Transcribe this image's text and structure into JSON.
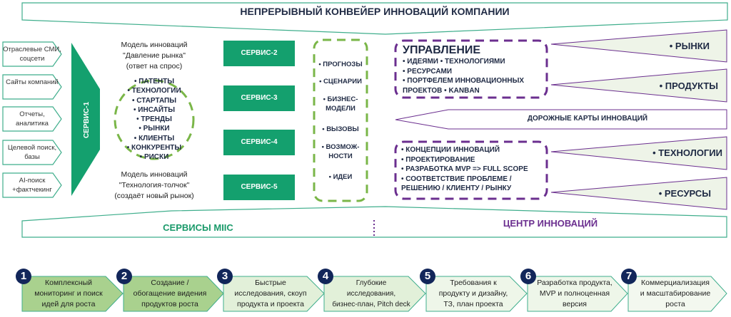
{
  "header": {
    "title": "НЕПРЕРЫВНЫЙ КОНВЕЙЕР ИННОВАЦИЙ КОМПАНИИ"
  },
  "sources": [
    {
      "label": "Отраслевые СМИ, соцсети"
    },
    {
      "label": "Сайты компаний"
    },
    {
      "label": "Отчеты, аналитика"
    },
    {
      "label": "Целевой поиск, базы"
    },
    {
      "label": "AI-поиск +фактчекинг"
    }
  ],
  "service1": {
    "label": "СЕРВИС-1"
  },
  "model_top": {
    "line1": "Модель инноваций",
    "line2": "\"Давление рынка\"",
    "line3": "(ответ на спрос)"
  },
  "model_bottom": {
    "line1": "Модель инноваций",
    "line2": "\"Технология-толчок\"",
    "line3": "(создаёт новый рынок)"
  },
  "circle_items": [
    "• ПАТЕНТЫ",
    "• ТЕХНОЛОГИИ",
    "• СТАРТАПЫ",
    "• ИНСАЙТЫ",
    "• ТРЕНДЫ",
    "• РЫНКИ",
    "• КЛИЕНТЫ",
    "• КОНКУРЕНТЫ",
    "• РИСКИ"
  ],
  "services": [
    {
      "label": "СЕРВИС-2"
    },
    {
      "label": "СЕРВИС-3"
    },
    {
      "label": "СЕРВИС-4"
    },
    {
      "label": "СЕРВИС-5"
    }
  ],
  "mid_items": [
    {
      "line1": "• ПРОГНОЗЫ",
      "line2": ""
    },
    {
      "line1": "• СЦЕНАРИИ",
      "line2": ""
    },
    {
      "line1": "• БИЗНЕС-",
      "line2": "МОДЕЛИ"
    },
    {
      "line1": "• ВЫЗОВЫ",
      "line2": ""
    },
    {
      "line1": "• ВОЗМОЖ-",
      "line2": "НОСТИ"
    },
    {
      "line1": "• ИДЕИ",
      "line2": ""
    }
  ],
  "management": {
    "title": "УПРАВЛЕНИЕ",
    "items": [
      "• ИДЕЯМИ  • ТЕХНОЛОГИЯМИ",
      "• РЕСУРСАМИ",
      "• ПОРТФЕЛЕМ ИННОВАЦИОННЫХ",
      "ПРОЕКТОВ  • KANBAN"
    ]
  },
  "roadmap": {
    "label": "ДОРОЖНЫЕ КАРТЫ ИННОВАЦИЙ"
  },
  "development": {
    "items": [
      "• КОНЦЕПЦИИ ИННОВАЦИЙ",
      "• ПРОЕКТИРОВАНИЕ",
      "• РАЗРАБОТКА MVP => FULL SCOPE",
      "• СООТВЕТСТВИЕ ПРОБЛЕМЕ /",
      "РЕШЕНИЮ / КЛИЕНТУ / РЫНКУ"
    ]
  },
  "outputs": [
    {
      "label": "• РЫНКИ"
    },
    {
      "label": "• ПРОДУКТЫ"
    },
    {
      "label": "• ТЕХНОЛОГИИ"
    },
    {
      "label": "• РЕСУРСЫ"
    }
  ],
  "sections": {
    "left": "СЕРВИСЫ MIIC",
    "right": "ЦЕНТР ИННОВАЦИЙ"
  },
  "steps": [
    {
      "num": "1",
      "lines": [
        "Комплексный",
        "мониторинг и поиск",
        "идей для роста"
      ]
    },
    {
      "num": "2",
      "lines": [
        "Создание /",
        "обогащение видения",
        "продуктов роста"
      ]
    },
    {
      "num": "3",
      "lines": [
        "Быстрые",
        "исследования, скоуп",
        "продукта и проекта"
      ]
    },
    {
      "num": "4",
      "lines": [
        "Глубокие",
        "исследования,",
        "бизнес-план, Pitch deck"
      ]
    },
    {
      "num": "5",
      "lines": [
        "Требования к",
        "продукту и дизайну,",
        "ТЗ, план проекта"
      ]
    },
    {
      "num": "6",
      "lines": [
        "Разработка продукта,",
        "MVP и полноценная",
        "версия"
      ]
    },
    {
      "num": "7",
      "lines": [
        "Коммерциализация",
        "и масштабирование",
        "роста"
      ]
    }
  ],
  "colors": {
    "brand_green": "#14a06e",
    "outline_teal": "#3fae8c",
    "dash_green": "#7ab648",
    "dash_purple": "#6b2f8f",
    "navy": "#12265a",
    "step_dark": "#a9d18e",
    "step_light": "#e2f0d9",
    "tri_fill": "#eef4e8"
  }
}
